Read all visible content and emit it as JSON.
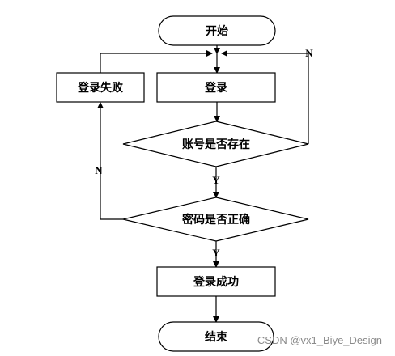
{
  "flowchart": {
    "start_label": "开始",
    "login_label": "登录",
    "login_failed_label": "登录失败",
    "account_check_label": "账号是否存在",
    "password_check_label": "密码是否正确",
    "login_success_label": "登录成功",
    "end_label": "结束",
    "edges": {
      "account_no": "N",
      "account_yes": "Y",
      "password_no": "N",
      "password_yes": "Y"
    }
  },
  "watermark": "CSDN @vx1_Biye_Design"
}
